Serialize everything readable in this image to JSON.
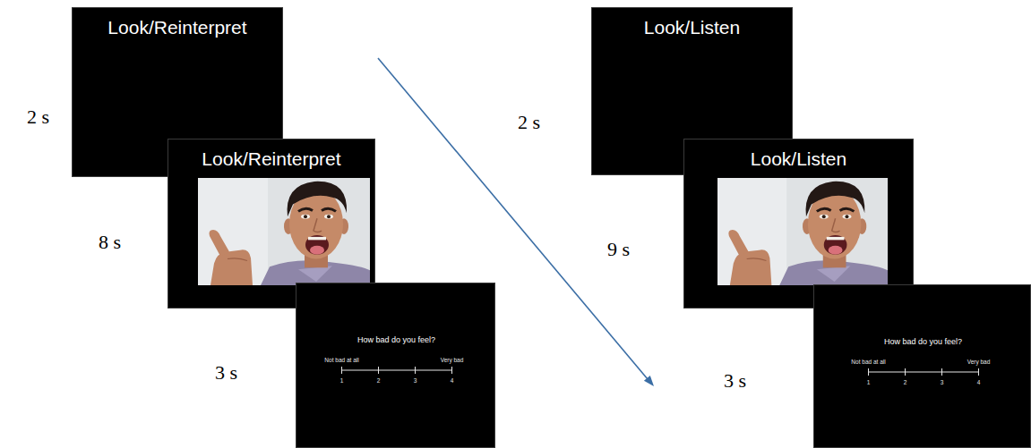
{
  "diagram": {
    "nodes": [
      {
        "text": [
          "Look/Reinterpret"
        ]
      },
      {
        "text": [
          "Look/Reinterpret"
        ]
      },
      {
        "text": [
          "How bad do you feel?",
          "Not bad at all",
          "Very bad",
          "1",
          "2",
          "3",
          "4"
        ]
      },
      {
        "text": [
          "Look/Listen"
        ]
      },
      {
        "text": [
          "Look/Listen"
        ]
      },
      {
        "text": [
          "How bad do you feel?",
          "Not bad at all",
          "Very bad",
          "1",
          "2",
          "3",
          "4"
        ]
      }
    ],
    "labels": [
      "2 s",
      "8 s",
      "3 s",
      "2 s",
      "9 s",
      "3 s"
    ]
  }
}
